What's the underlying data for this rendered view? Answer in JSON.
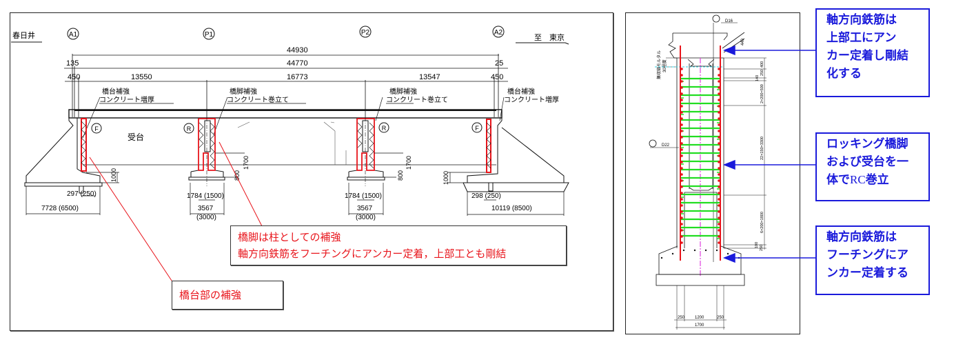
{
  "main_drawing": {
    "location_left": "春日井",
    "location_right": "至　東京",
    "support_labels": [
      "A1",
      "P1",
      "P2",
      "A2"
    ],
    "dimensions": {
      "overall_total": "44930",
      "overall_inner": "44770",
      "end_left_top": "135",
      "end_right_top": "25",
      "end_left": "450",
      "end_right": "450",
      "spans": [
        "13550",
        "16773",
        "13547"
      ],
      "left_abutment_footing_width": "7728 (6500)",
      "left_abutment_offset": "297 (250)",
      "left_abutment_height": "1000",
      "right_abutment_footing_width": "10119 (8500)",
      "right_abutment_offset": "298 (250)",
      "right_abutment_height": "1000",
      "pier_half_width": "1784 (1500)",
      "pier_footing_width": "3567",
      "pier_footing_width_orig": "(3000)",
      "pier_footing_height": "800",
      "pier_column_lower": "1700"
    },
    "labels": {
      "abutment_reinforce_title": "橋台補強",
      "abutment_reinforce_sub": "コンクリート増厚",
      "pier_reinforce_title": "橋脚補強",
      "pier_reinforce_sub": "コンクリート巻立て",
      "abutment_name": "受台",
      "fixed_bearing": "F",
      "rocking_bearing": "R"
    },
    "callouts": {
      "pier_line1": "橋脚は柱としての補強",
      "pier_line2": "軸方向鉄筋をフーチングにアンカー定着，上部工とも剛結",
      "abutment": "橋台部の補強"
    }
  },
  "section_drawing": {
    "top_bar_label": "D16",
    "side_bar_label": "D22",
    "mortar_label": "無収縮モルタル",
    "mortar_thickness": "30程度",
    "top_dim": "440",
    "right_dims": [
      "250",
      "400",
      "140",
      "2×200=500",
      "22×150=3300",
      "6×200=1800",
      "100",
      "250",
      "40"
    ],
    "bottom_dims": [
      "250",
      "1200",
      "250"
    ],
    "bottom_total": "1700",
    "colors": {
      "longitudinal_bar": "#e8141b",
      "hoop": "#22dd22",
      "center_line": "#e040e0",
      "joint_line": "#30d0e0"
    }
  },
  "annotations": [
    {
      "lines": [
        "軸方向鉄筋は",
        "上部工にアン",
        "カー定着し剛結",
        "化する"
      ]
    },
    {
      "lines": [
        "ロッキング橋脚",
        "および受台を一",
        "体で",
        "RC",
        "巻立"
      ]
    },
    {
      "lines": [
        "軸方向鉄筋は",
        "フーチングにア",
        "ンカー定着する"
      ]
    }
  ],
  "colors": {
    "reinforcement_red": "#e8141b",
    "annotation_blue": "#1a1adb",
    "drawing_line": "#111111"
  }
}
